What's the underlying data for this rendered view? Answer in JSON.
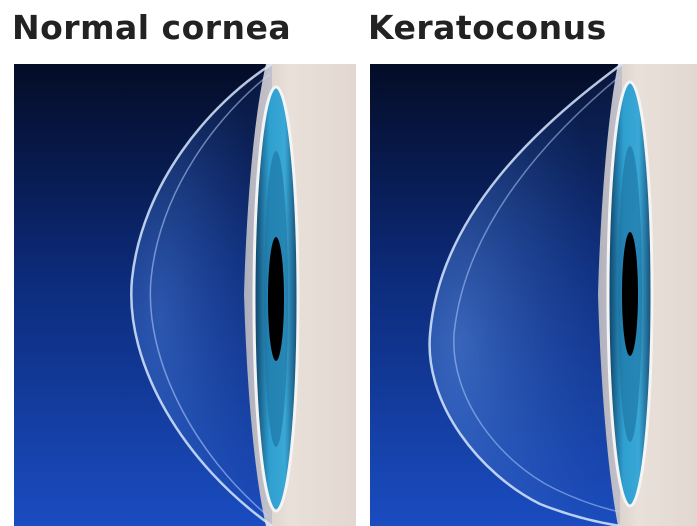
{
  "panels": [
    {
      "label": "Normal cornea",
      "cornea_shape": "normal"
    },
    {
      "label": "Keratoconus",
      "cornea_shape": "keratoconus"
    }
  ],
  "colors": {
    "background_top": "#050e2a",
    "background_bottom": "#1546b8",
    "sclera": "#e6ddd6",
    "iris": "#2a8cc0",
    "pupil": "#000000",
    "cornea_outline": "#d7e8ff"
  }
}
